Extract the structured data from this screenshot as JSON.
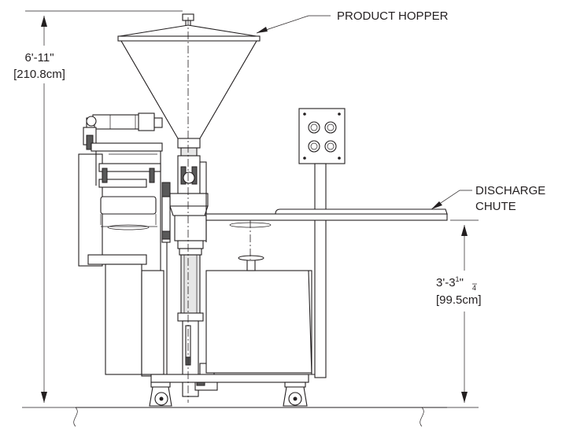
{
  "labels": {
    "hopper": "PRODUCT HOPPER",
    "discharge_line1": "DISCHARGE",
    "discharge_line2": "CHUTE"
  },
  "dimensions": {
    "height_total": "6'-11\"",
    "height_total_metric": "[210.8cm]",
    "height_discharge_prefix": "3'-3",
    "height_discharge_num": "1",
    "height_discharge_den": "4",
    "height_discharge_suffix": "\"",
    "height_discharge_metric": "[99.5cm]"
  },
  "colors": {
    "line": "#231f20",
    "panel_fill": "#e6e6e6",
    "dark_fill": "#595959"
  }
}
